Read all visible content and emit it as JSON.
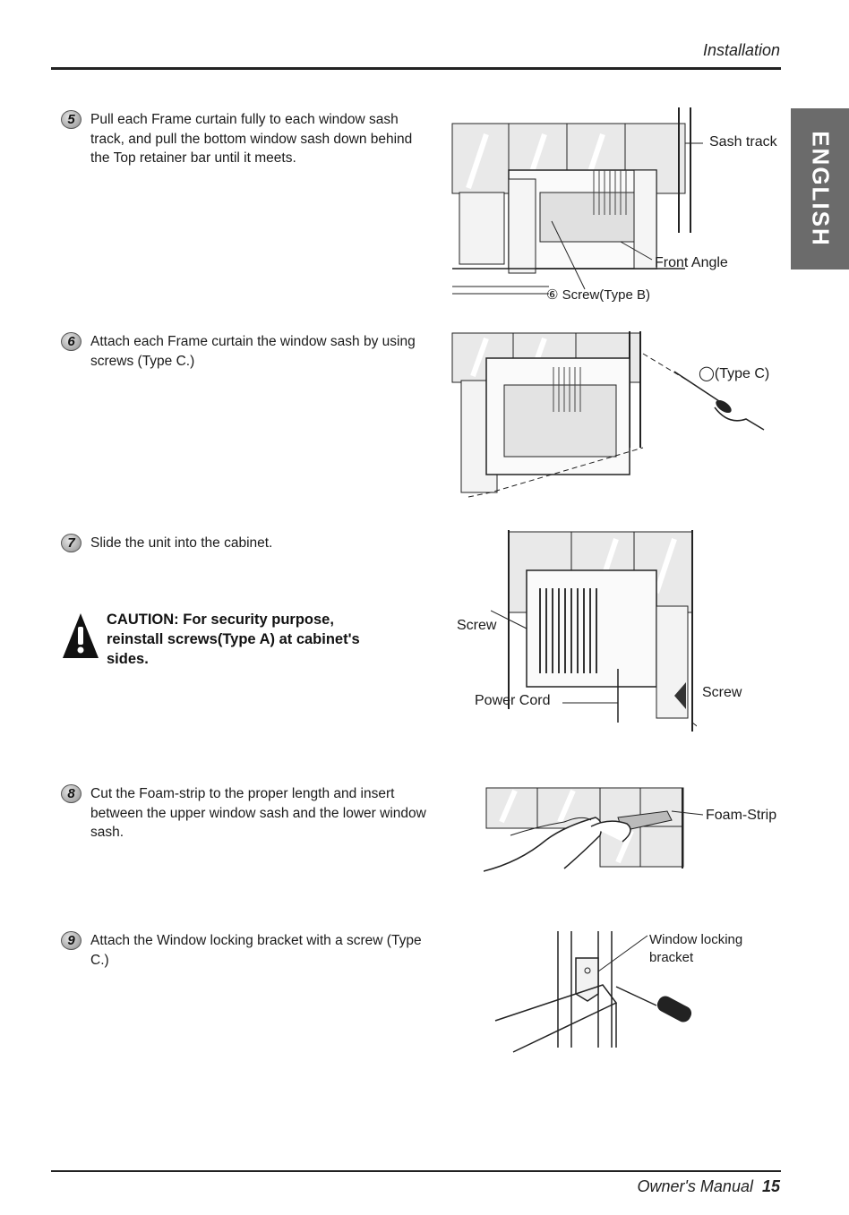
{
  "header": {
    "title": "Installation"
  },
  "side_tab": {
    "label": "ENGLISH"
  },
  "steps": [
    {
      "num": "5",
      "text": "Pull each Frame curtain fully to each window sash track, and pull the bottom window sash down behind the Top retainer bar until it meets."
    },
    {
      "num": "6",
      "text": "Attach each Frame curtain the window sash by using screws (Type C.)"
    },
    {
      "num": "7",
      "text": "Slide the unit into the cabinet."
    },
    {
      "num": "8",
      "text": "Cut the Foam-strip to the proper length and insert between the upper window sash and the lower window sash."
    },
    {
      "num": "9",
      "text": "Attach the Window locking bracket with a  screw (Type C.)"
    }
  ],
  "caution": {
    "text": "CAUTION: For security purpose, reinstall screws(Type A) at cabinet's sides."
  },
  "figures": {
    "fig5": {
      "sash_track": "Sash track",
      "front_angle": "Front Angle",
      "screw_b": "⑥ Screw(Type B)"
    },
    "fig6": {
      "type_c": "◯(Type C)"
    },
    "fig7": {
      "screw_left": "Screw",
      "screw_right": "Screw",
      "power_cord": "Power Cord"
    },
    "fig8": {
      "foam_strip": "Foam-Strip"
    },
    "fig9": {
      "bracket": "Window locking bracket"
    }
  },
  "footer": {
    "manual": "Owner's Manual",
    "page": "15"
  }
}
